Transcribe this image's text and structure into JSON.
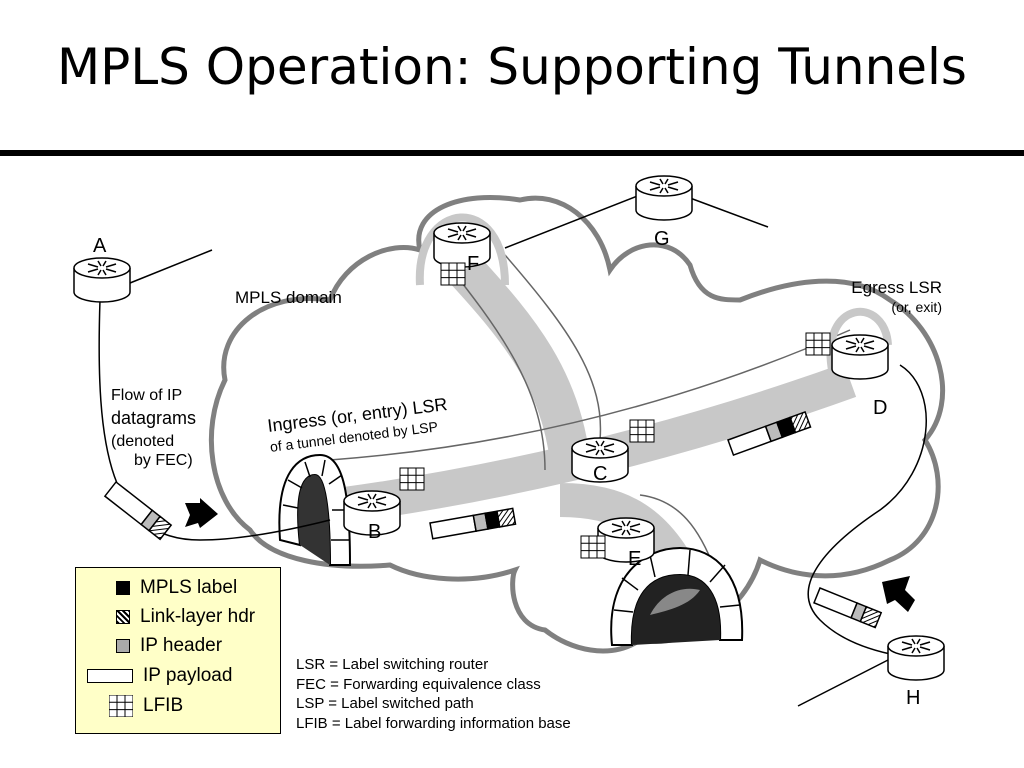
{
  "title": "MPLS Operation: Supporting Tunnels",
  "labels": {
    "mpls_domain": "MPLS domain",
    "flow": [
      "Flow of IP",
      "datagrams",
      "(denoted",
      "by FEC)"
    ],
    "ingress": [
      "Ingress (or, entry) LSR",
      "of a tunnel denoted by LSP"
    ],
    "egress": [
      "Egress LSR",
      "(or, exit)"
    ]
  },
  "routers": {
    "A": "A",
    "B": "B",
    "C": "C",
    "D": "D",
    "E": "E",
    "F": "F",
    "G": "G",
    "H": "H"
  },
  "legend": {
    "mpls_label": "MPLS label",
    "link_layer": "Link-layer hdr",
    "ip_header": "IP header",
    "ip_payload": "IP payload",
    "lfib": "LFIB"
  },
  "definitions": [
    "LSR = Label switching router",
    "FEC = Forwarding equivalence class",
    "LSP = Label switched path",
    "LFIB = Label forwarding information base"
  ],
  "colors": {
    "legend_bg": "#ffffc8",
    "tunnel": "#c8c8c8",
    "cloud": "#808080"
  }
}
